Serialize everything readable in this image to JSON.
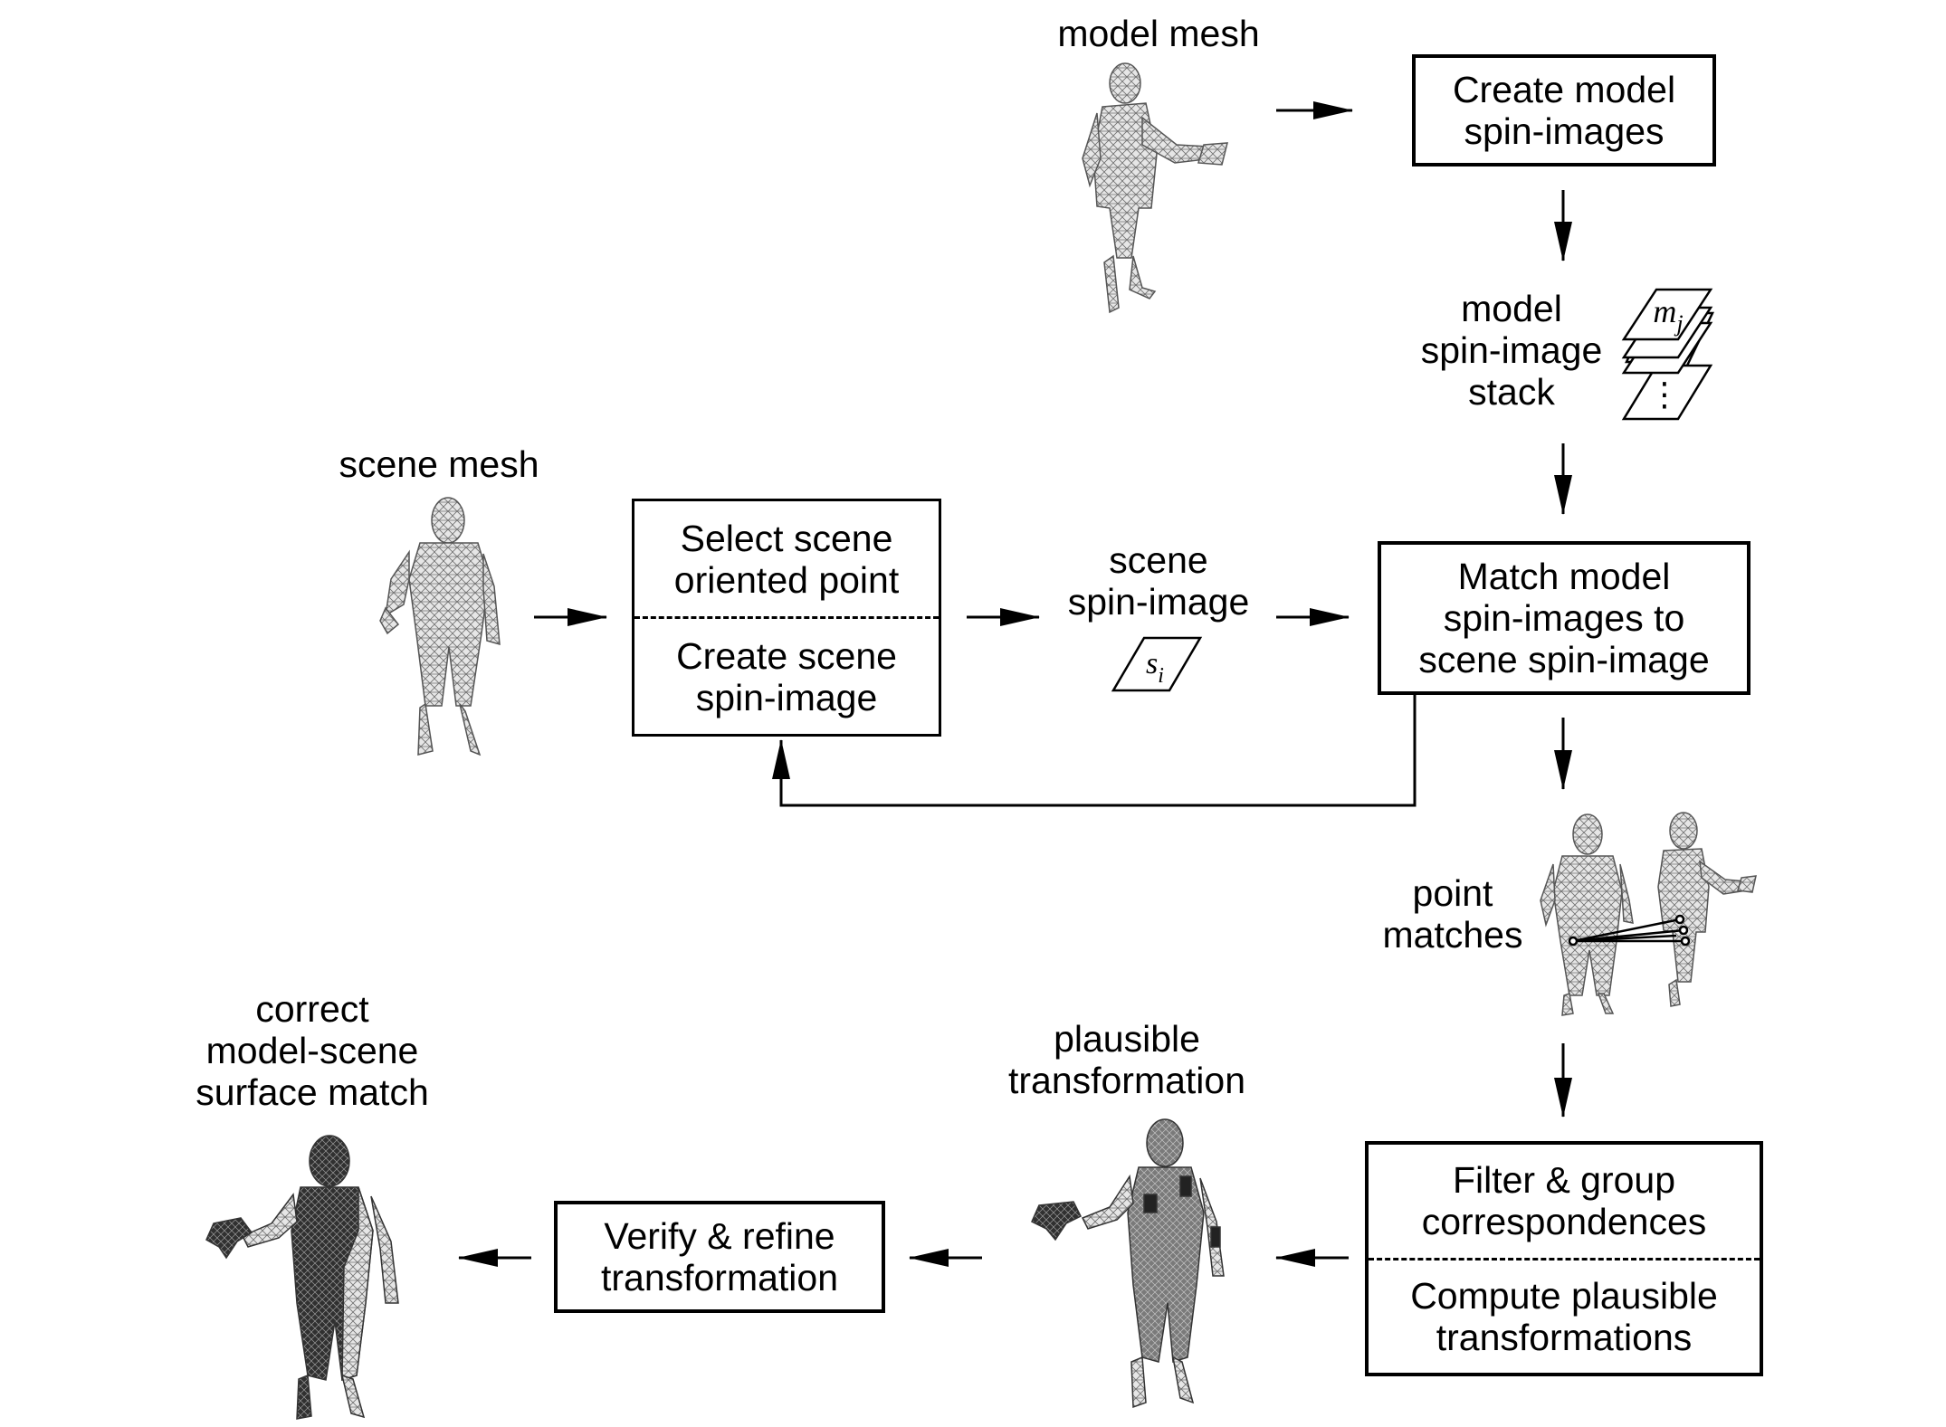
{
  "labels": {
    "model_mesh": "model mesh",
    "scene_mesh": "scene mesh",
    "model_stack": [
      "model",
      "spin-image",
      "stack"
    ],
    "scene_spin_image": [
      "scene",
      "spin-image"
    ],
    "point_matches": [
      "point",
      "matches"
    ],
    "plausible_transformation": [
      "plausible",
      "transformation"
    ],
    "correct_match": [
      "correct",
      "model-scene",
      "surface match"
    ]
  },
  "boxes": {
    "create_model": [
      "Create model",
      "spin-images"
    ],
    "select_scene_point": [
      "Select scene",
      "oriented point"
    ],
    "create_scene": [
      "Create scene",
      "spin-image"
    ],
    "match": [
      "Match model",
      "spin-images to",
      "scene spin-image"
    ],
    "filter_group": [
      "Filter & group",
      "correspondences"
    ],
    "compute_plausible": [
      "Compute plausible",
      "transformations"
    ],
    "verify_refine": [
      "Verify & refine",
      "transformation"
    ]
  },
  "symbols": {
    "model_image_symbol": "m",
    "model_image_subscript": "j",
    "scene_image_symbol": "s",
    "scene_image_subscript": "i",
    "stack_ellipsis": "⋮"
  }
}
